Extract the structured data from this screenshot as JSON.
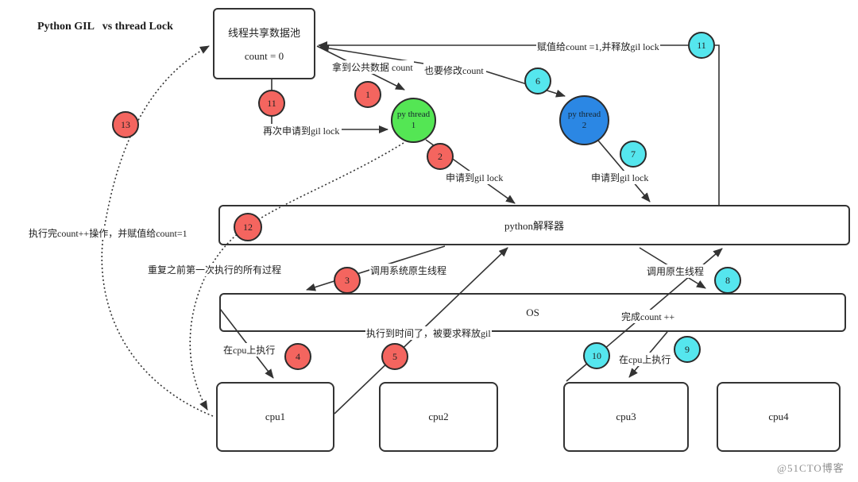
{
  "title": "Python GIL   vs thread Lock",
  "watermark": "@51CTO博客",
  "colors": {
    "red_step": "#f4655f",
    "cyan_step": "#55e6ee",
    "green_thread": "#54e654",
    "blue_thread": "#2b87e4",
    "line": "#333333",
    "text": "#1e1e1e",
    "watermark": "#8f8f8f"
  },
  "nodes": {
    "pool": {
      "title": "线程共享数据池",
      "count": "count = 0"
    },
    "interpreter": {
      "label": "python解释器"
    },
    "os": {
      "label": "OS"
    },
    "cpus": {
      "cpu1": "cpu1",
      "cpu2": "cpu2",
      "cpu3": "cpu3",
      "cpu4": "cpu4"
    },
    "thread1": {
      "name": "py thread",
      "num": "1"
    },
    "thread2": {
      "name": "py thread",
      "num": "2"
    }
  },
  "steps": {
    "s1": "1",
    "s2": "2",
    "s3": "3",
    "s4": "4",
    "s5": "5",
    "s6": "6",
    "s7": "7",
    "s8": "8",
    "s9": "9",
    "s10": "10",
    "s11_red": "11",
    "s11_cyan": "11",
    "s12": "12",
    "s13": "13"
  },
  "labels": {
    "got_shared_count": "拿到公共数据 count",
    "also_modify_count": "也要修改count",
    "assign_and_release": "赋值给count =1,并释放gil lock",
    "reacquire_gil": "再次申请到gil lock",
    "acquire_gil_thread1": "申请到gil lock",
    "acquire_gil_thread2": "申请到gil lock",
    "call_system_native_thread": "调用系统原生线程",
    "call_native_thread": "调用原生线程",
    "time_up_release_gil": "执行到时间了，被要求释放gil",
    "finish_count_increment": "完成count ++",
    "run_on_cpu_left": "在cpu上执行",
    "run_on_cpu_right": "在cpu上执行",
    "finished_count_assign": "执行完count++操作，并赋值给count=1",
    "repeat_first_run": "重复之前第一次执行的所有过程"
  }
}
